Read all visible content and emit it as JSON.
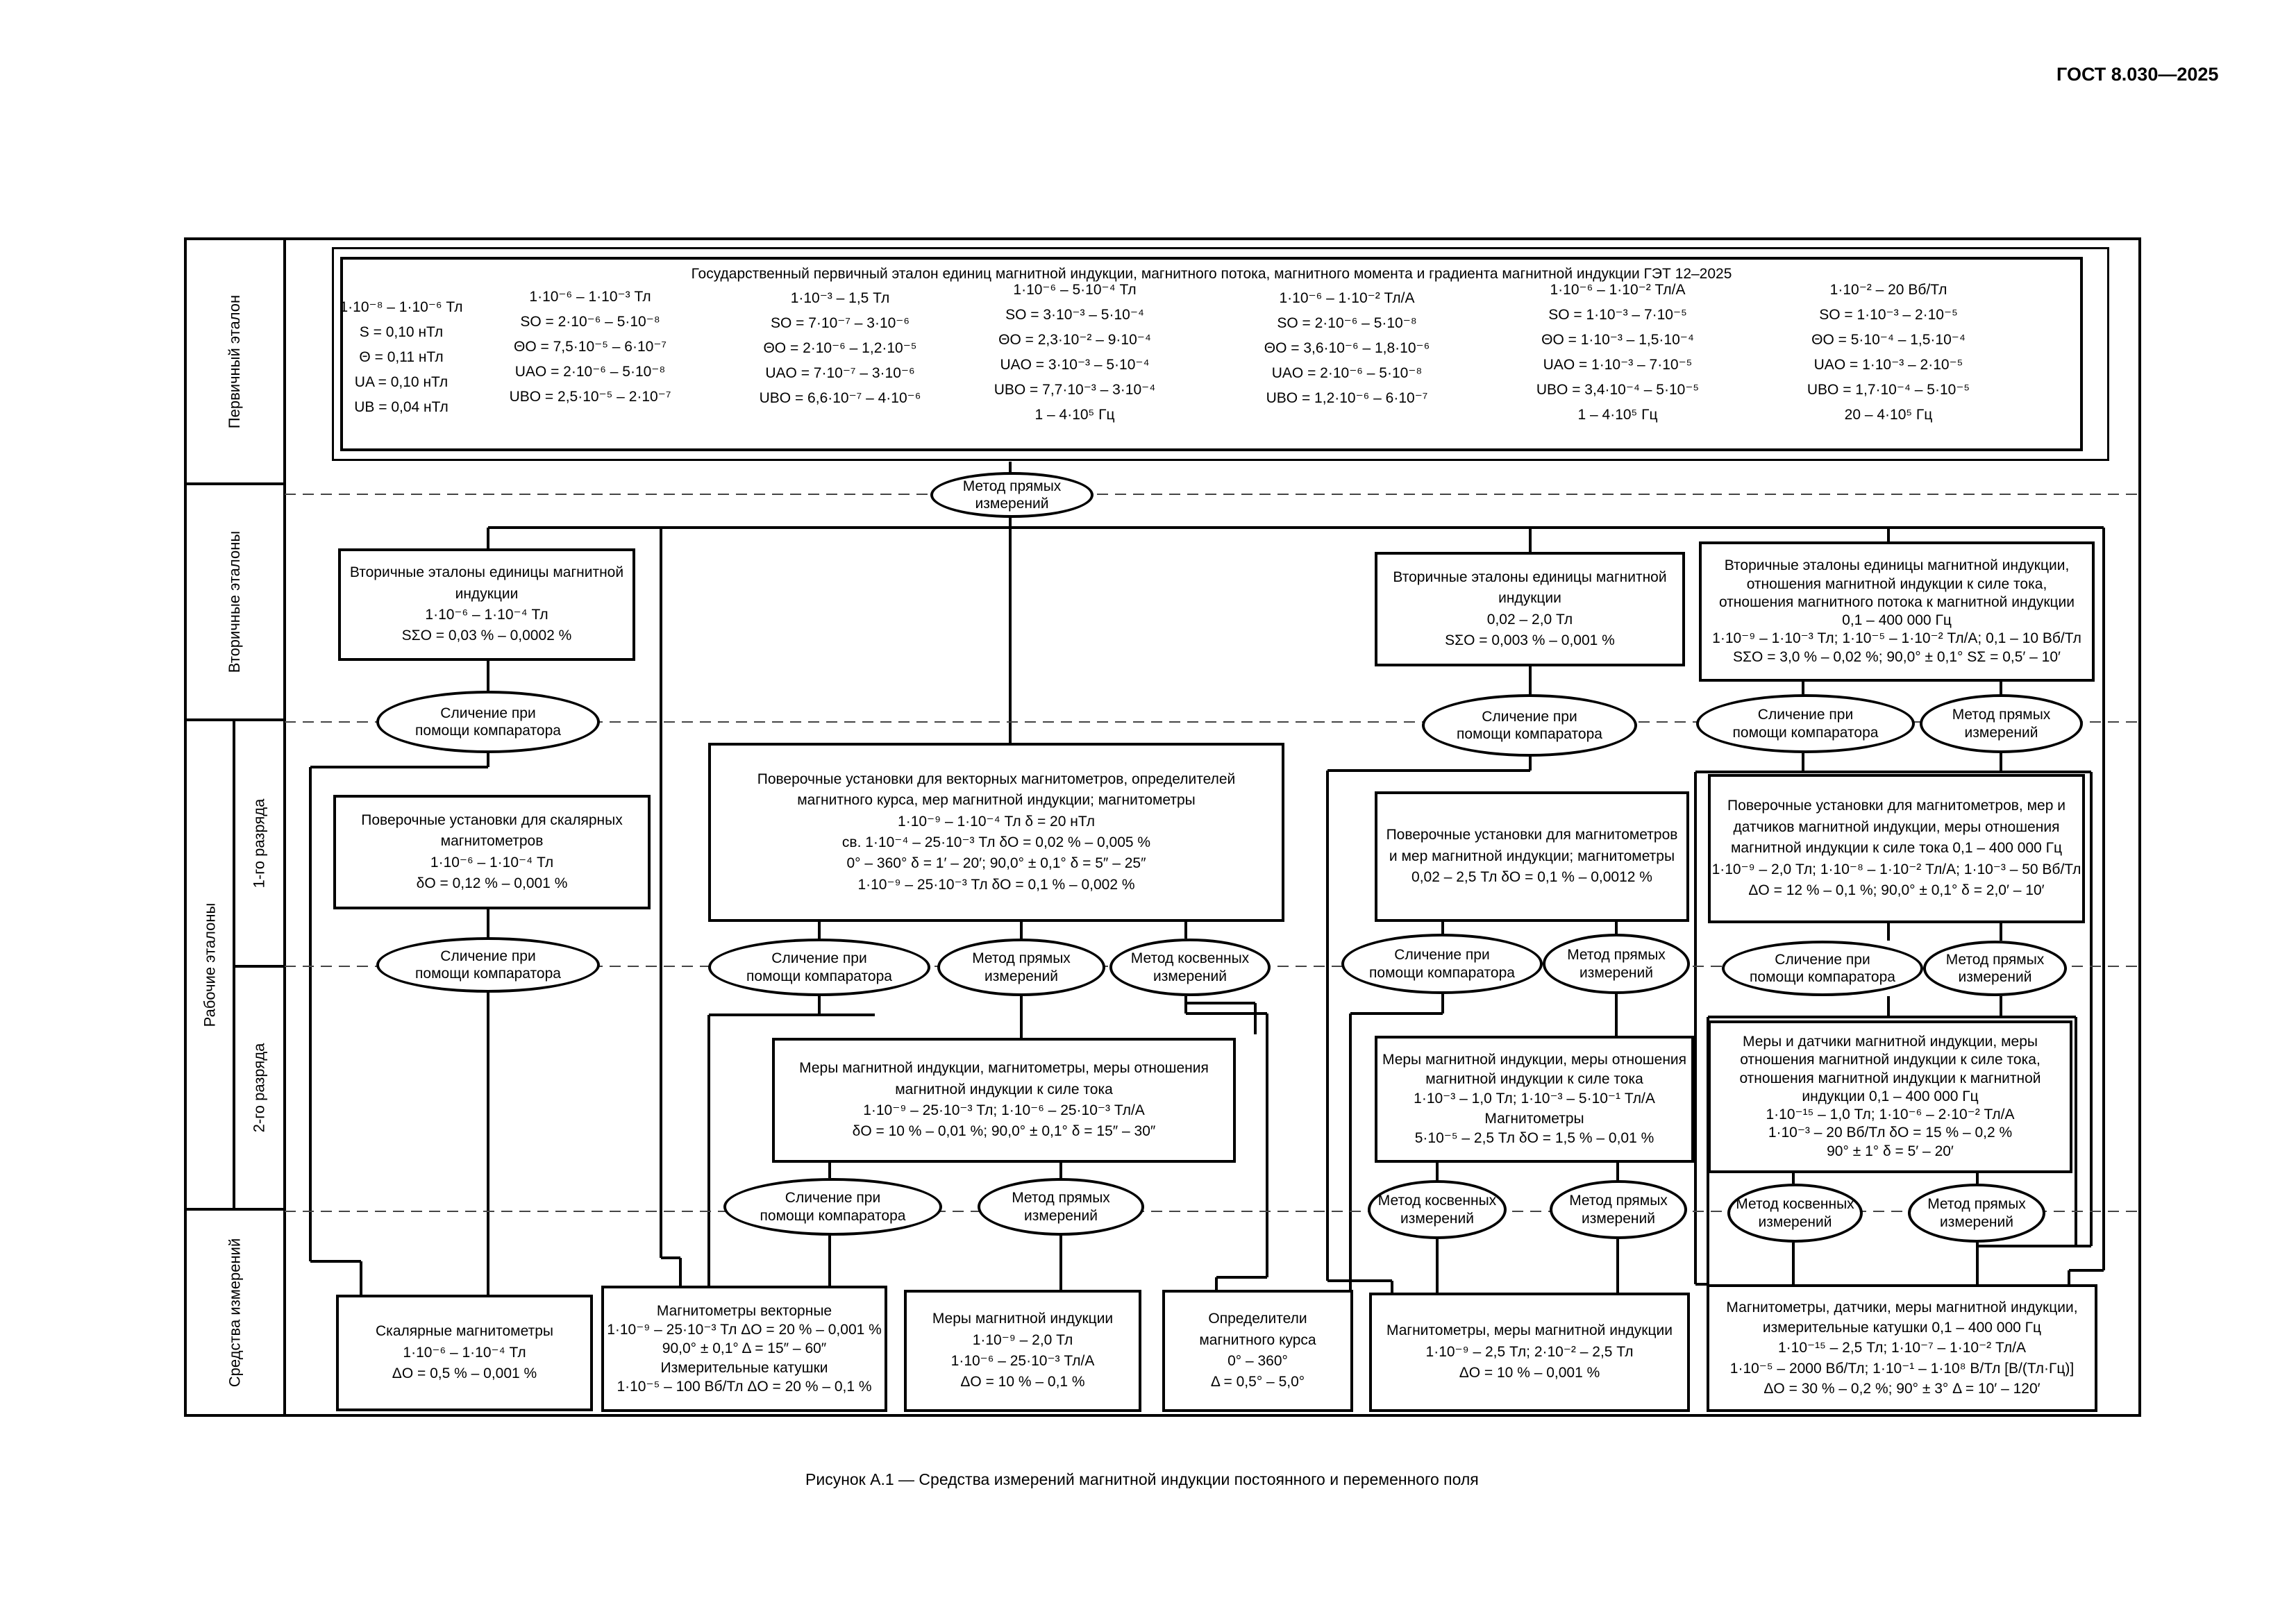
{
  "header": {
    "standard_number": "ГОСТ 8.030—2025"
  },
  "rows": {
    "primary": "Первичный эталон",
    "secondary": "Вторичные эталоны",
    "working": "Рабочие эталоны",
    "grade1": "1-го разряда",
    "grade2": "2-го разряда",
    "instruments": "Средства измерений"
  },
  "primary": {
    "title": "Государственный первичный эталон единиц магнитной индукции, магнитного потока, магнитного момента и градиента магнитной индукции ГЭТ 12–2025",
    "columns": [
      [
        "1·10⁻⁸ – 1·10⁻⁶ Тл",
        "S = 0,10 нТл",
        "Θ = 0,11 нТл",
        "UA = 0,10 нТл",
        "UB = 0,04 нТл"
      ],
      [
        "1·10⁻⁶ – 1·10⁻³ Тл",
        "SO = 2·10⁻⁶ – 5·10⁻⁸",
        "ΘO = 7,5·10⁻⁵ – 6·10⁻⁷",
        "UAO = 2·10⁻⁶ – 5·10⁻⁸",
        "UBO = 2,5·10⁻⁵ – 2·10⁻⁷"
      ],
      [
        "1·10⁻³ – 1,5 Тл",
        "SO = 7·10⁻⁷ – 3·10⁻⁶",
        "ΘO = 2·10⁻⁶ – 1,2·10⁻⁵",
        "UAO = 7·10⁻⁷ – 3·10⁻⁶",
        "UBO = 6,6·10⁻⁷ – 4·10⁻⁶"
      ],
      [
        "1·10⁻⁶ – 5·10⁻⁴ Тл",
        "SO = 3·10⁻³ – 5·10⁻⁴",
        "ΘO = 2,3·10⁻² – 9·10⁻⁴",
        "UAO = 3·10⁻³ – 5·10⁻⁴",
        "UBO = 7,7·10⁻³ – 3·10⁻⁴",
        "1 – 4·10⁵ Гц"
      ],
      [
        "1·10⁻⁶ – 1·10⁻² Тл/А",
        "SO = 2·10⁻⁶ – 5·10⁻⁸",
        "ΘO = 3,6·10⁻⁶ – 1,8·10⁻⁶",
        "UAO = 2·10⁻⁶ – 5·10⁻⁸",
        "UBO = 1,2·10⁻⁶ – 6·10⁻⁷"
      ],
      [
        "1·10⁻⁶ – 1·10⁻² Тл/А",
        "SO = 1·10⁻³ – 7·10⁻⁵",
        "ΘO = 1·10⁻³ – 1,5·10⁻⁴",
        "UAO = 1·10⁻³ – 7·10⁻⁵",
        "UBO = 3,4·10⁻⁴ – 5·10⁻⁵",
        "1 – 4·10⁵ Гц"
      ],
      [
        "1·10⁻² – 20 Вб/Тл",
        "SO = 1·10⁻³ – 2·10⁻⁵",
        "ΘO = 5·10⁻⁴ – 1,5·10⁻⁴",
        "UAO = 1·10⁻³ – 2·10⁻⁵",
        "UBO = 1,7·10⁻⁴ – 5·10⁻⁵",
        "20 – 4·10⁵ Гц"
      ]
    ]
  },
  "method_direct_top": [
    "Метод прямых",
    "измерений"
  ],
  "secondary": {
    "left": [
      "Вторичные эталоны единицы магнитной",
      "индукции",
      "1·10⁻⁶ – 1·10⁻⁴ Тл",
      "SΣO = 0,03 % – 0,0002 %"
    ],
    "mid": [
      "Вторичные эталоны единицы магнитной",
      "индукции",
      "0,02 – 2,0 Тл",
      "SΣO = 0,003 % – 0,001 %"
    ],
    "right": [
      "Вторичные эталоны единицы магнитной индукции,",
      "отношения магнитной индукции к силе тока,",
      "отношения магнитного потока к магнитной индукции",
      "0,1 – 400 000 Гц",
      "1·10⁻⁹ – 1·10⁻³ Тл; 1·10⁻⁵ – 1·10⁻² Тл/А; 0,1 – 10 Вб/Тл",
      "SΣO = 3,0 % – 0,02 %;  90,0° ± 0,1°  SΣ = 0,5′ – 10′"
    ]
  },
  "ovals": {
    "comparator": [
      "Сличение при",
      "помощи компаратора"
    ],
    "direct": [
      "Метод прямых",
      "измерений"
    ],
    "indirect": [
      "Метод косвенных",
      "измерений"
    ]
  },
  "grade1": {
    "left": [
      "Поверочные установки для скалярных",
      "магнитометров",
      "1·10⁻⁶ – 1·10⁻⁴ Тл",
      "δO = 0,12 % – 0,001 %"
    ],
    "center": [
      "Поверочные установки для векторных магнитометров, определителей",
      "магнитного курса, мер магнитной индукции; магнитометры",
      "1·10⁻⁹ – 1·10⁻⁴ Тл  δ = 20 нТл",
      "св. 1·10⁻⁴ – 25·10⁻³ Тл  δO = 0,02 % – 0,005 %",
      "0° – 360°  δ = 1′ – 20′;  90,0° ± 0,1°  δ = 5″ – 25″",
      "1·10⁻⁹ – 25·10⁻³ Тл  δO = 0,1 % – 0,002 %"
    ],
    "mid": [
      "Поверочные установки для магнитометров",
      "и мер магнитной индукции; магнитометры",
      "0,02 – 2,5 Тл δO = 0,1 % – 0,0012 %"
    ],
    "right": [
      "Поверочные установки для магнитометров, мер и",
      "датчиков магнитной индукции, меры отношения",
      "магнитной индукции к силе тока 0,1 – 400 000 Гц",
      "1·10⁻⁹ – 2,0 Тл; 1·10⁻⁸ – 1·10⁻² Тл/А; 1·10⁻³ – 50 Вб/Тл",
      "ΔO = 12 % – 0,1 %; 90,0° ± 0,1°  δ = 2,0′ – 10′"
    ]
  },
  "grade2": {
    "center": [
      "Меры магнитной индукции, магнитометры, меры отношения",
      "магнитной индукции к силе тока",
      "1·10⁻⁹ – 25·10⁻³ Тл; 1·10⁻⁶ – 25·10⁻³ Тл/А",
      "δO = 10 % – 0,01 %; 90,0° ± 0,1°  δ = 15″ – 30″"
    ],
    "mid": [
      "Меры магнитной индукции, меры отношения",
      "магнитной индукции к силе тока",
      "1·10⁻³ – 1,0 Тл; 1·10⁻³ – 5·10⁻¹ Тл/А",
      "Магнитометры",
      "5·10⁻⁵ – 2,5 Тл  δO = 1,5 % – 0,01 %"
    ],
    "right": [
      "Меры и датчики магнитной индукции, меры",
      "отношения магнитной индукции к силе тока,",
      "отношения магнитной индукции к магнитной",
      "индукции 0,1 – 400 000 Гц",
      "1·10⁻¹⁵ – 1,0 Тл; 1·10⁻⁶ – 2·10⁻² Тл/А",
      "1·10⁻³ – 20 Вб/Тл  δO = 15 % – 0,2 %",
      "90° ± 1°   δ = 5′ – 20′"
    ]
  },
  "instruments": {
    "scalar": [
      "Скалярные магнитометры",
      "1·10⁻⁶ – 1·10⁻⁴ Тл",
      "ΔO = 0,5 % – 0,001 %"
    ],
    "vector": [
      "Магнитометры векторные",
      "1·10⁻⁹ – 25·10⁻³ Тл ΔO = 20 % – 0,001 %",
      "90,0° ± 0,1°  Δ = 15″ – 60″",
      "Измерительные катушки",
      "1·10⁻⁵ – 100 Вб/Тл ΔO = 20 % – 0,1 %"
    ],
    "measures": [
      "Меры магнитной индукции",
      "1·10⁻⁹ – 2,0 Тл",
      "1·10⁻⁶ – 25·10⁻³ Тл/А",
      "ΔO = 10 % – 0,1 %"
    ],
    "course": [
      "Определители",
      "магнитного курса",
      "0° – 360°",
      "Δ = 0,5° – 5,0°"
    ],
    "magnetometers": [
      "Магнитометры, меры магнитной индукции",
      "1·10⁻⁹ – 2,5 Тл; 2·10⁻² – 2,5 Тл",
      "ΔO = 10 % – 0,001 %"
    ],
    "sensors": [
      "Магнитометры, датчики, меры магнитной индукции,",
      "измерительные катушки 0,1 – 400 000 Гц",
      "1·10⁻¹⁵ – 2,5 Тл; 1·10⁻⁷ – 1·10⁻² Тл/А",
      "1·10⁻⁵ – 2000 Вб/Тл; 1·10⁻¹ – 1·10⁸ В/Тл [В/(Тл·Гц)]",
      "ΔO = 30 % – 0,2 %; 90° ± 3°   Δ = 10′ – 120′"
    ]
  },
  "caption": "Рисунок А.1 — Средства измерений магнитной индукции постоянного и переменного поля"
}
